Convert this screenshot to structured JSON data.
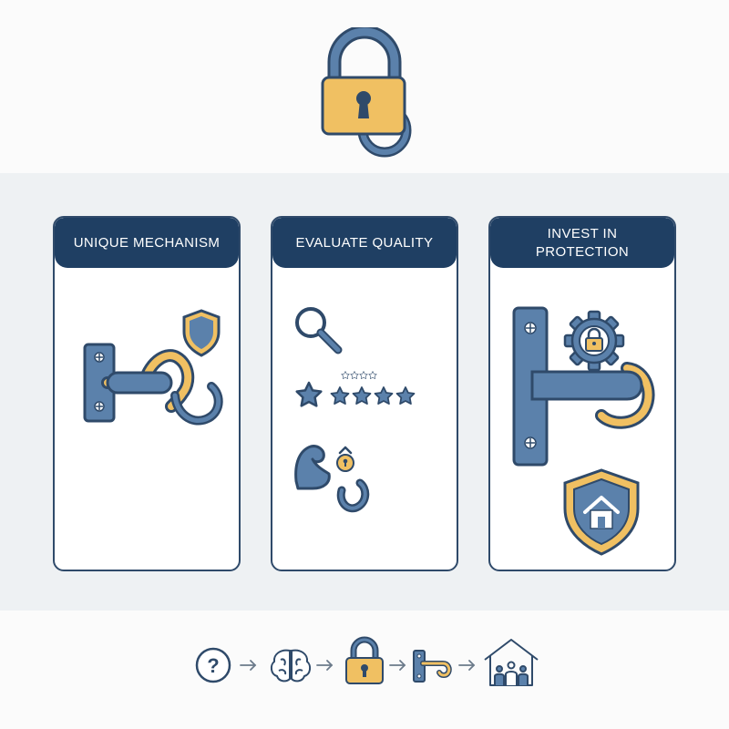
{
  "cards": [
    {
      "title": "UNIQUE MECHANISM",
      "icons": [
        "wall-hook-icon",
        "shield-icon"
      ]
    },
    {
      "title": "EVALUATE QUALITY",
      "icons": [
        "magnifier-icon",
        "star-rating-icon",
        "strong-arm-icon",
        "lock-hook-icon"
      ]
    },
    {
      "title": "INVEST IN PROTECTION",
      "icons": [
        "gear-lock-icon",
        "hook-bracket-icon",
        "home-shield-icon"
      ]
    }
  ],
  "flow": {
    "question_mark": "?",
    "steps": [
      "question-icon",
      "brain-icon",
      "padlock-icon",
      "hook-icon",
      "family-home-icon"
    ]
  },
  "colors": {
    "navy": "#1f3f63",
    "blue": "#5b81ab",
    "gold": "#f0c062",
    "outline": "#2f4a6a",
    "background": "#eef1f3"
  }
}
